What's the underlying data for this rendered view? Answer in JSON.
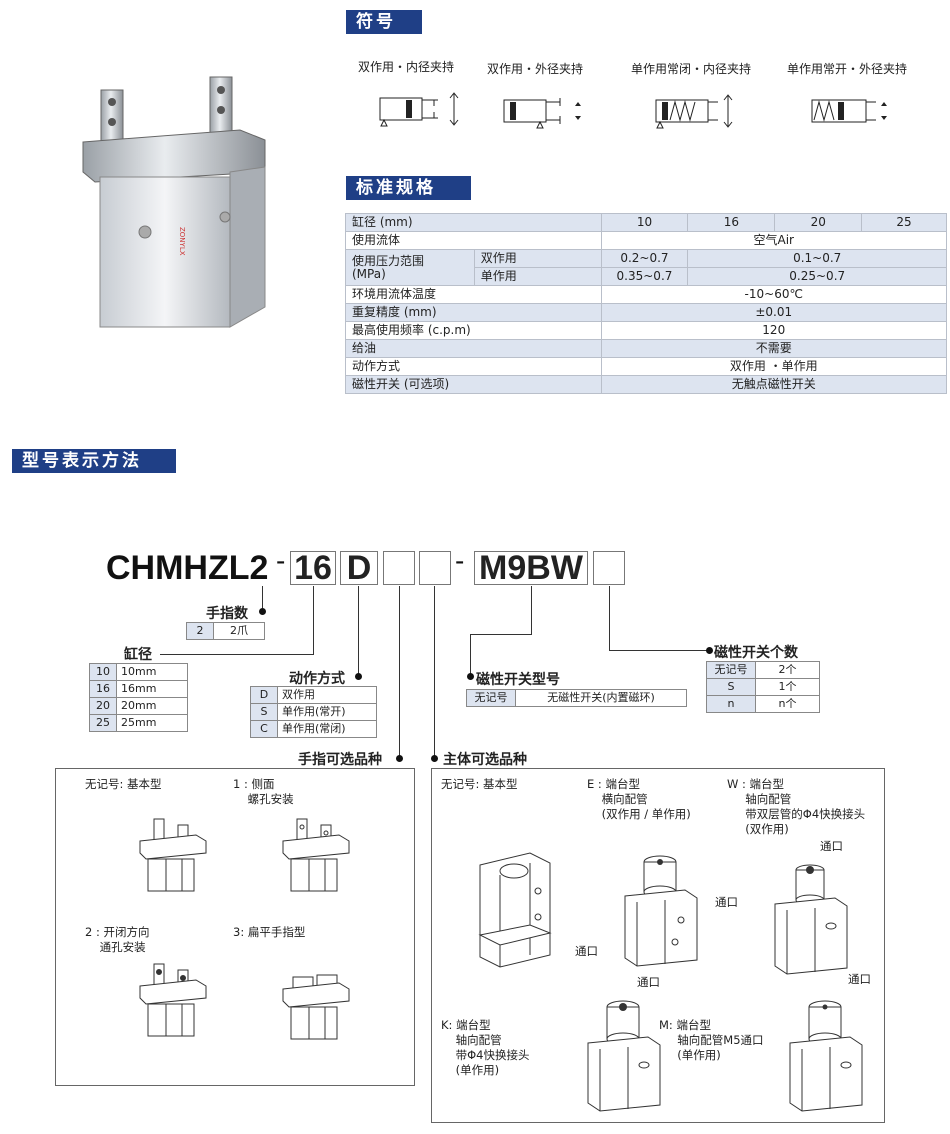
{
  "headers": {
    "symbols": "符号",
    "spec": "标准规格",
    "model": "型号表示方法"
  },
  "symbols": [
    {
      "label": "双作用・内径夹持",
      "icon": "double-acting-inner-grip-symbol"
    },
    {
      "label": "双作用・外径夹持",
      "icon": "double-acting-outer-grip-symbol"
    },
    {
      "label": "单作用常闭・内径夹持",
      "icon": "single-acting-nc-inner-grip-symbol"
    },
    {
      "label": "单作用常开・外径夹持",
      "icon": "single-acting-no-outer-grip-symbol"
    }
  ],
  "spec": {
    "bore_label": "缸径 (mm)",
    "bores": [
      "10",
      "16",
      "20",
      "25"
    ],
    "fluid_label": "使用流体",
    "fluid": "空气Air",
    "pressure_label": "使用压力范围\n(MPa)",
    "double_label": "双作用",
    "double_a": "0.2~0.7",
    "double_b": "0.1~0.7",
    "single_label": "单作用",
    "single_a": "0.35~0.7",
    "single_b": "0.25~0.7",
    "temp_label": "环境用流体温度",
    "temp": "-10~60℃",
    "repeat_label": "重复精度 (mm)",
    "repeat": "±0.01",
    "freq_label": "最高使用频率 (c.p.m)",
    "freq": "120",
    "lube_label": "给油",
    "lube": "不需要",
    "action_label": "动作方式",
    "action": "双作用 ・单作用",
    "switch_label": "磁性开关 (可选项)",
    "switch": "无触点磁性开关"
  },
  "code": {
    "prefix": "CHMHZL2",
    "dash1": "-",
    "bore": "16",
    "action": "D",
    "dash2": "-",
    "switch": "M9BW"
  },
  "fingers": {
    "title": "手指数",
    "rows": [
      [
        "2",
        "2爪"
      ]
    ]
  },
  "bore": {
    "title": "缸径",
    "rows": [
      [
        "10",
        "10mm"
      ],
      [
        "16",
        "16mm"
      ],
      [
        "20",
        "20mm"
      ],
      [
        "25",
        "25mm"
      ]
    ]
  },
  "action": {
    "title": "动作方式",
    "rows": [
      [
        "D",
        "双作用"
      ],
      [
        "S",
        "单作用(常开)"
      ],
      [
        "C",
        "单作用(常闭)"
      ]
    ]
  },
  "switch_model": {
    "title": "磁性开关型号",
    "rows": [
      [
        "无记号",
        "无磁性开关(内置磁环)"
      ]
    ]
  },
  "switch_count": {
    "title": "磁性开关个数",
    "rows": [
      [
        "无记号",
        "2个"
      ],
      [
        "S",
        "1个"
      ],
      [
        "n",
        "n个"
      ]
    ]
  },
  "finger_opt": {
    "title": "手指可选品种",
    "items": [
      "无记号: 基本型",
      "1 : 侧面\n    螺孔安装",
      "2 : 开闭方向\n    通孔安装",
      "3: 扁平手指型"
    ]
  },
  "body_opt": {
    "title": "主体可选品种",
    "items": [
      "无记号: 基本型",
      "E : 端台型\n    横向配管\n    (双作用 / 单作用)",
      "W : 端台型\n     轴向配管\n     带双层管的Φ4快换接头\n     (双作用)",
      "K: 端台型\n    轴向配管\n    带Φ4快换接头\n    (单作用)",
      "M: 端台型\n     轴向配管M5通口\n     (单作用)"
    ],
    "port": "通口"
  },
  "brand_on_photo": "ZONYLX",
  "colors": {
    "header_bg": "#1f3f86",
    "table_shade": "#dde4f0"
  }
}
